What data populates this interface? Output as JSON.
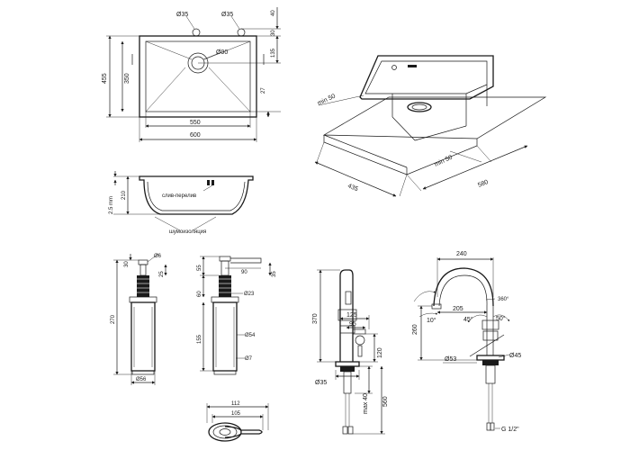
{
  "sink_top": {
    "dims": {
      "hole_d_1": "Ø35",
      "hole_d_2": "Ø35",
      "drain_d": "Ø90",
      "d40": "40",
      "d30": "30",
      "d135": "135",
      "d27": "27",
      "d455": "455",
      "d350": "350",
      "d550": "550",
      "d600": "600"
    }
  },
  "sink_iso": {
    "dims": {
      "min_left": "min 50",
      "min_right": "min 50",
      "d435": "435",
      "d580": "580"
    }
  },
  "sink_section": {
    "dims": {
      "d25": "2.5 mm",
      "d210": "210"
    },
    "labels": {
      "overflow": "слив-перелив",
      "noise": "шумоизоляция"
    }
  },
  "dispenser_front": {
    "dims": {
      "d30": "30",
      "d6": "Ø6",
      "d25": "25",
      "d270": "270",
      "d56": "Ø56"
    }
  },
  "dispenser_side": {
    "dims": {
      "d55": "55",
      "d90": "90",
      "d35": "35",
      "d60": "60",
      "d23": "Ø23",
      "d155": "155",
      "d54": "Ø54",
      "d7": "Ø7"
    }
  },
  "dispenser_ring": {
    "dims": {
      "d112": "112",
      "d105": "105"
    }
  },
  "faucet_side": {
    "dims": {
      "d370": "370",
      "d125": "125",
      "d95": "95",
      "d120": "120",
      "d35": "Ø35",
      "d40": "max 40",
      "d560": "560"
    }
  },
  "faucet_front": {
    "dims": {
      "d240": "240",
      "d360": "360°",
      "d205": "205",
      "d10": "10°",
      "d45deg": "45°",
      "d50deg": "50°",
      "d260": "260",
      "d53": "Ø53",
      "d45": "Ø45",
      "thread": "G 1/2\""
    }
  }
}
